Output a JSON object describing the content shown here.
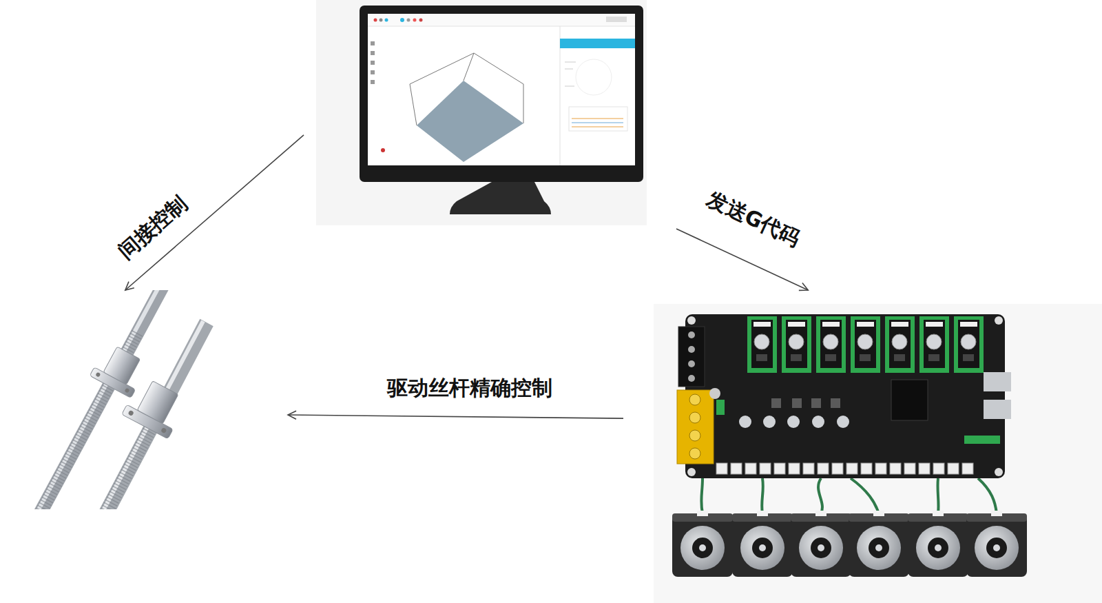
{
  "diagram": {
    "nodes": [
      {
        "text": []
      },
      {
        "text": []
      },
      {
        "text": []
      }
    ],
    "edges": [
      {
        "from": 0,
        "to": 1,
        "label": "间接控制",
        "arrow": "to"
      },
      {
        "from": 0,
        "to": 2,
        "label": "发送G代码",
        "arrow": "to"
      },
      {
        "from": 2,
        "to": 1,
        "label": "驱动丝杆精确控制",
        "arrow": "to"
      }
    ]
  }
}
